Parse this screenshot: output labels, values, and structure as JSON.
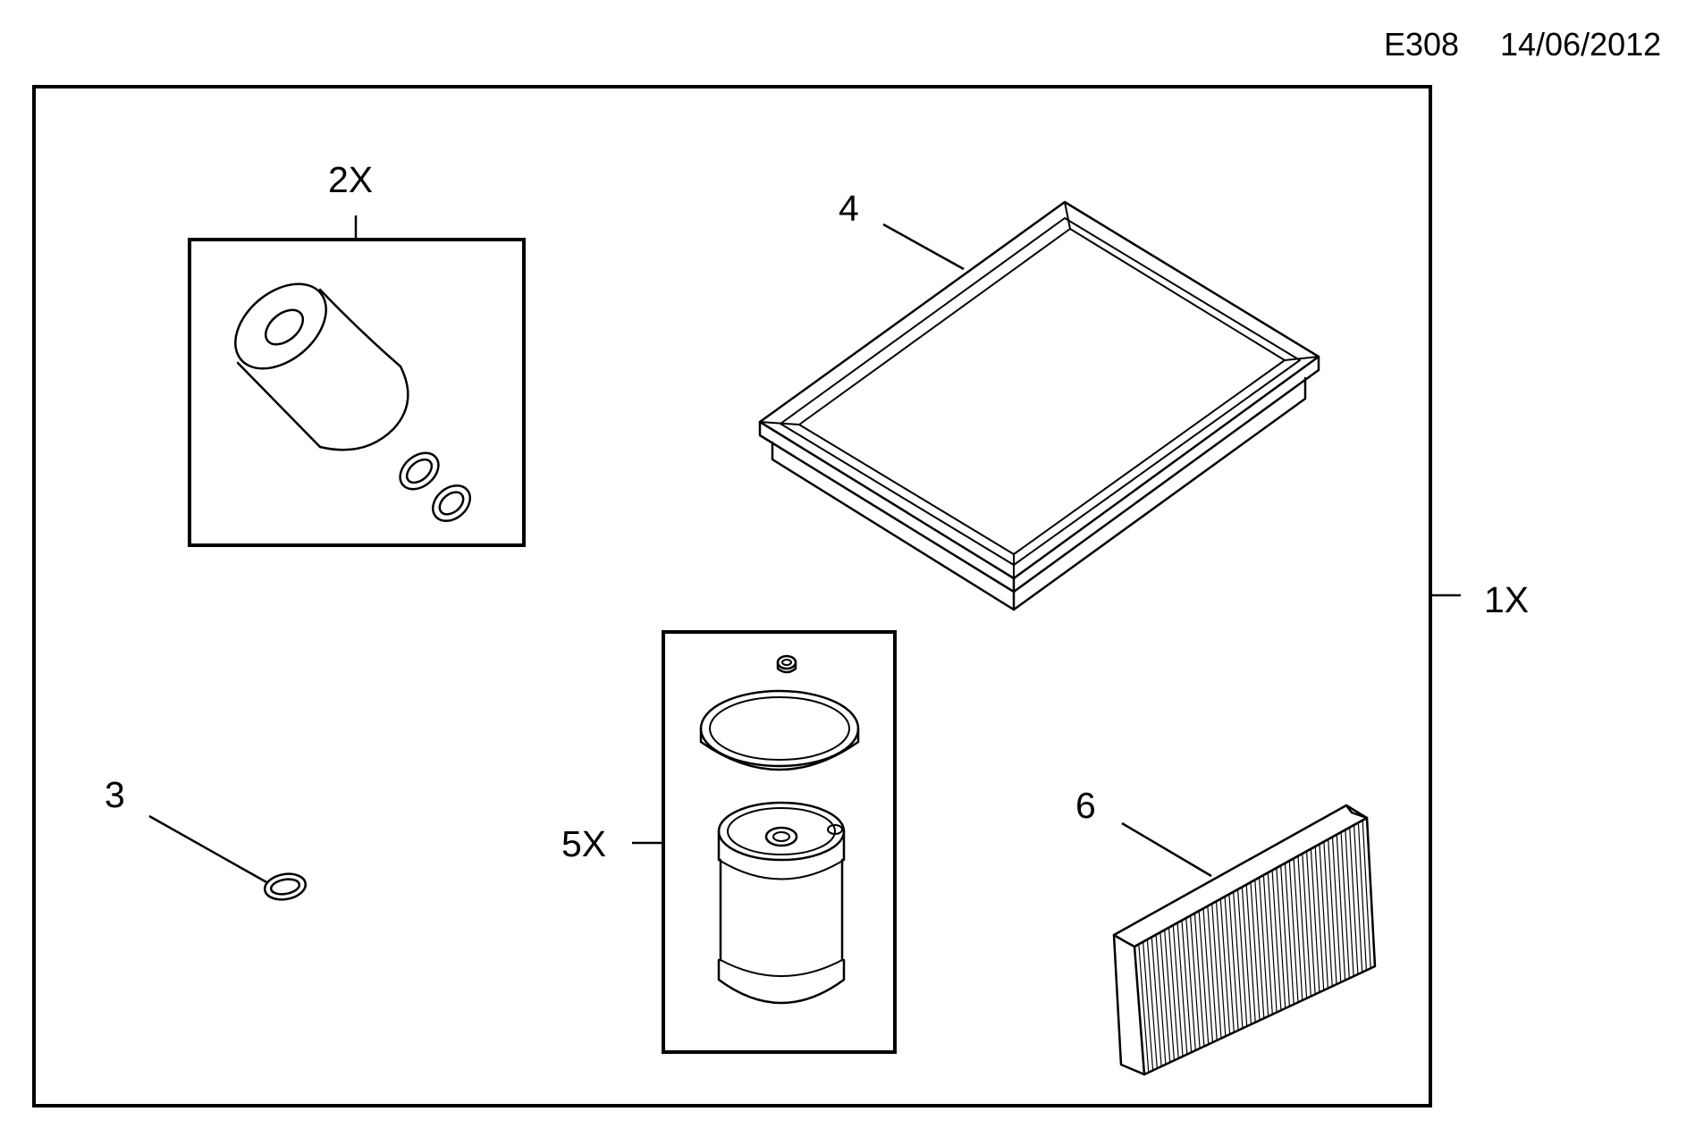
{
  "header": {
    "code": "E308",
    "date": "14/06/2012"
  },
  "callouts": {
    "kit": "1X",
    "oil_filter_kit": "2X",
    "seal": "3",
    "air_filter": "4",
    "fuel_filter_kit": "5X",
    "cabin_filter": "6"
  }
}
